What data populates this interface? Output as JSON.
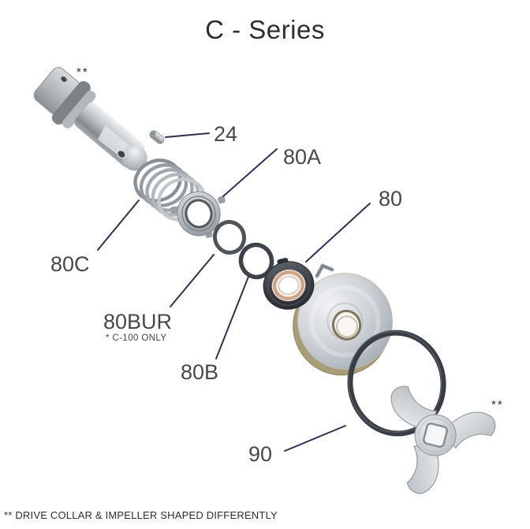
{
  "title": "C - Series",
  "callouts": {
    "c24": {
      "label": "24"
    },
    "c80A": {
      "label": "80A"
    },
    "c80": {
      "label": "80"
    },
    "c80C": {
      "label": "80C"
    },
    "c80BUR": {
      "label": "80BUR",
      "note": "* C-100 ONLY"
    },
    "c80B": {
      "label": "80B"
    },
    "c90": {
      "label": "90"
    }
  },
  "marks": {
    "drive_collar": "**",
    "impeller": "**"
  },
  "footer": {
    "note": "** DRIVE COLLAR & IMPELLER SHAPED DIFFERENTLY"
  },
  "colors": {
    "leader_line": "#3b2a55",
    "label_text": "#484848",
    "title_text": "#2e2e2e"
  }
}
